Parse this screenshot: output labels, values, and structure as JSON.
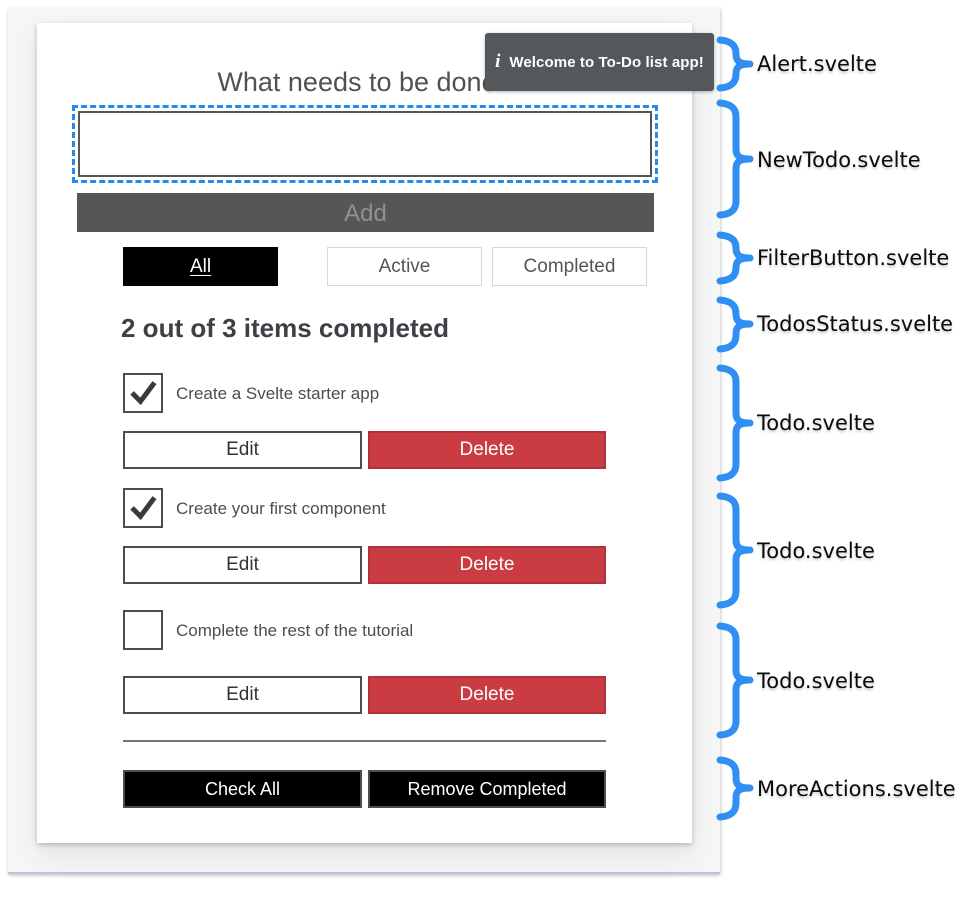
{
  "app": {
    "heading": "What needs to be done?",
    "alert": {
      "icon": "info-italic-i",
      "message": "Welcome to To-Do list app!"
    },
    "new_todo": {
      "input_value": "",
      "add_label": "Add",
      "add_disabled": true
    },
    "filters": [
      {
        "label": "All",
        "selected": true
      },
      {
        "label": "Active",
        "selected": false
      },
      {
        "label": "Completed",
        "selected": false
      }
    ],
    "status_heading": "2 out of 3 items completed",
    "todos": [
      {
        "label": "Create a Svelte starter app",
        "checked": true,
        "edit_label": "Edit",
        "delete_label": "Delete"
      },
      {
        "label": "Create your first component",
        "checked": true,
        "edit_label": "Edit",
        "delete_label": "Delete"
      },
      {
        "label": "Complete the rest of the tutorial",
        "checked": false,
        "edit_label": "Edit",
        "delete_label": "Delete"
      }
    ],
    "more_actions": {
      "check_all": "Check All",
      "remove_completed": "Remove Completed"
    }
  },
  "annotations": {
    "items": [
      {
        "label": "Alert.svelte"
      },
      {
        "label": "NewTodo.svelte"
      },
      {
        "label": "FilterButton.svelte"
      },
      {
        "label": "TodosStatus.svelte"
      },
      {
        "label": "Todo.svelte"
      },
      {
        "label": "Todo.svelte"
      },
      {
        "label": "Todo.svelte"
      },
      {
        "label": "MoreActions.svelte"
      }
    ]
  },
  "colors": {
    "annotation_blue": "#2f8ff2",
    "focus_outline_blue": "#228bec",
    "danger_red": "#ca3c42",
    "primary_black": "#000000",
    "disabled_gray": "#565656",
    "alert_bg": "#54585b"
  }
}
